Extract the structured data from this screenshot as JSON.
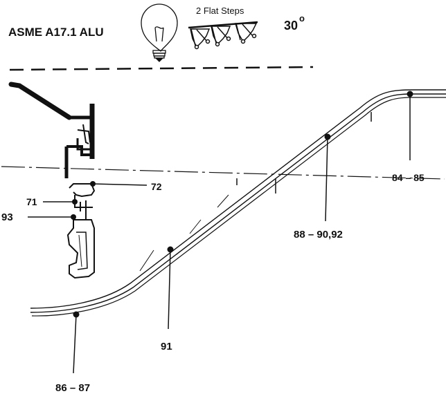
{
  "header": {
    "title": "ASME A17.1  ALU",
    "steps_label": "2 Flat Steps",
    "angle_value": "30",
    "angle_unit": "o"
  },
  "callouts": {
    "c71": "71",
    "c72": "72",
    "c93": "93",
    "c84_85": "84 – 85",
    "c88_90_92": "88 – 90,92",
    "c91": "91",
    "c86_87": "86 – 87"
  },
  "icons": [
    "light-bulb-icon",
    "flat-steps-icon"
  ],
  "colors": {
    "ink": "#111111",
    "background": "#ffffff"
  }
}
